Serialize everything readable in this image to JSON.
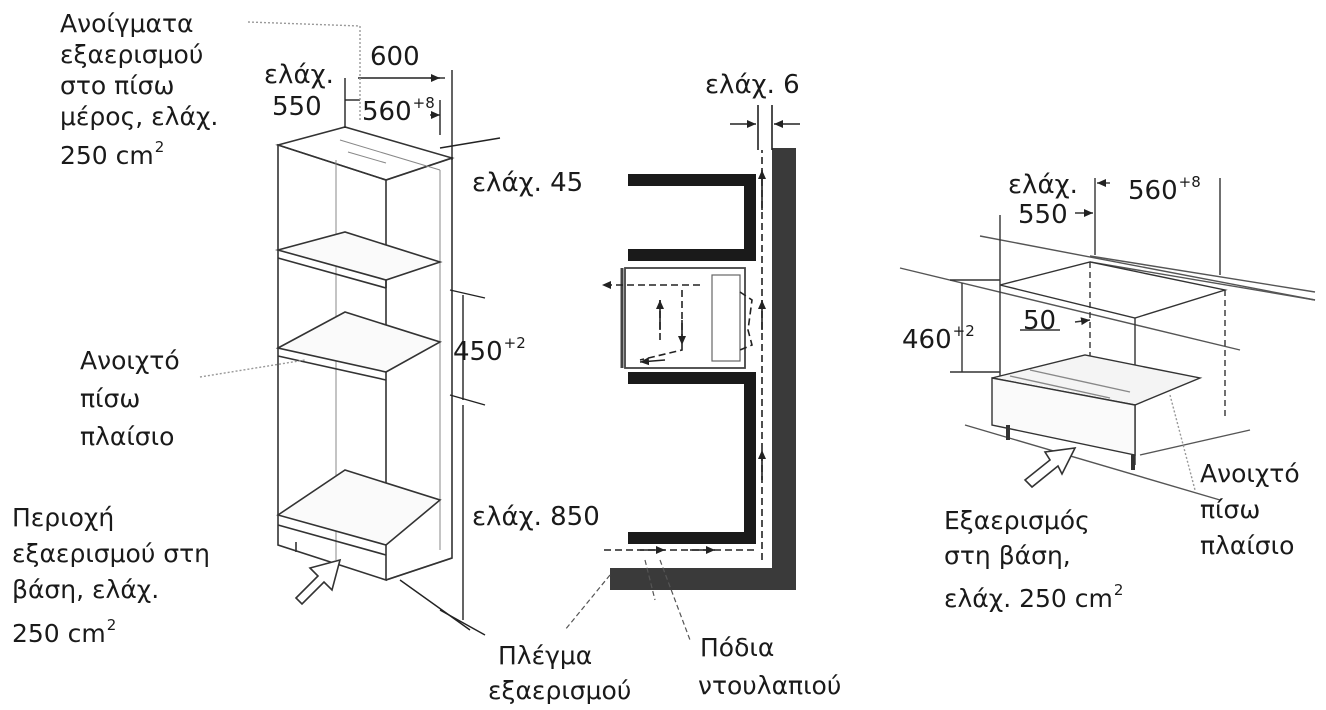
{
  "diagram": {
    "left": {
      "vent_rear": [
        "Ανοίγματα",
        "εξαερισμού",
        "στο πίσω",
        "μέρος, ελάχ.",
        "250 cm"
      ],
      "open_back": [
        "Ανοιχτό",
        "πίσω",
        "πλαίσιο"
      ],
      "vent_base": [
        "Περιοχή",
        "εξαερισμού στη",
        "βάση, ελάχ.",
        "250 cm"
      ],
      "dims": {
        "min_label": "ελάχ.",
        "d550": "550",
        "d600": "600",
        "d560": "560",
        "d560_tol": "+8",
        "min45": "ελάχ. 45",
        "d450": "450",
        "d450_tol": "+2",
        "min850": "ελάχ. 850"
      }
    },
    "middle": {
      "min6": "ελάχ. 6",
      "grille": [
        "Πλέγμα",
        "εξαερισμού"
      ],
      "feet": [
        "Πόδια",
        "ντουλαπιού"
      ]
    },
    "right": {
      "min_label": "ελάχ.",
      "d550": "550",
      "d560": "560",
      "d560_tol": "+8",
      "d460": "460",
      "d460_tol": "+2",
      "d50": "50",
      "open_back": [
        "Ανοιχτό",
        "πίσω",
        "πλαίσιο"
      ],
      "vent_base": [
        "Εξαερισμός",
        "στη βάση,",
        "ελάχ. 250 cm"
      ]
    },
    "superscript_2": "2"
  }
}
